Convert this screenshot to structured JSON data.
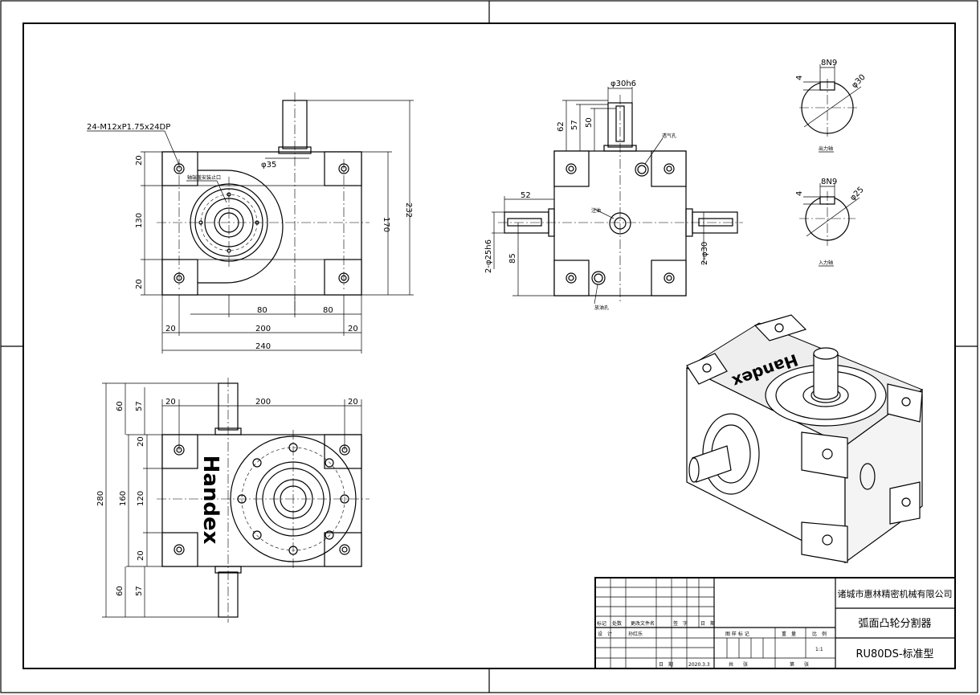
{
  "dims": {
    "a": "24-M12xP1.75x24DP",
    "b": "20",
    "c": "130",
    "d": "20",
    "e": "φ35",
    "f": "232",
    "g": "170",
    "h": "80",
    "i": "80",
    "j": "20",
    "k": "200",
    "l": "20",
    "m": "240",
    "n": "φ30h6",
    "o": "62",
    "p": "57",
    "q": "50",
    "r": "52",
    "s": "2-φ25h6",
    "t": "85",
    "u": "2-φ30",
    "v": "8N9",
    "w": "4",
    "x": "φ30",
    "y": "8N9",
    "z": "4",
    "aa": "φ25",
    "ab": "20",
    "ac": "200",
    "ad": "20",
    "ae": "60",
    "af": "57",
    "ag": "280",
    "ah": "160",
    "ai": "20",
    "aj": "120",
    "ak": "20",
    "al": "60",
    "am": "57"
  },
  "notes": {
    "cover": "轴端盖安装止口",
    "vent": "透气孔",
    "oil": "注油",
    "drain": "放油孔",
    "out_shaft": "出力轴",
    "in_shaft": "入力轴"
  },
  "logo": {
    "brand": "Handex"
  },
  "title_block": {
    "company": "诸城市惠林精密机械有限公司",
    "product": "弧面凸轮分割器",
    "model": "RU80DS-标准型",
    "hdr_mark": "标记",
    "hdr_qty": "处数",
    "hdr_doc": "更改文件名",
    "hdr_sign": "签　字",
    "hdr_date": "日　期",
    "design": "设　计",
    "designer": "孙红乐",
    "date_label": "日　期",
    "date": "2020.3.3",
    "stage": "图 样 标 记",
    "weight": "重　量",
    "scale_label": "比　例",
    "scale": "1:1",
    "sheet_total": "共　　张",
    "sheet_no": "第　　张"
  }
}
